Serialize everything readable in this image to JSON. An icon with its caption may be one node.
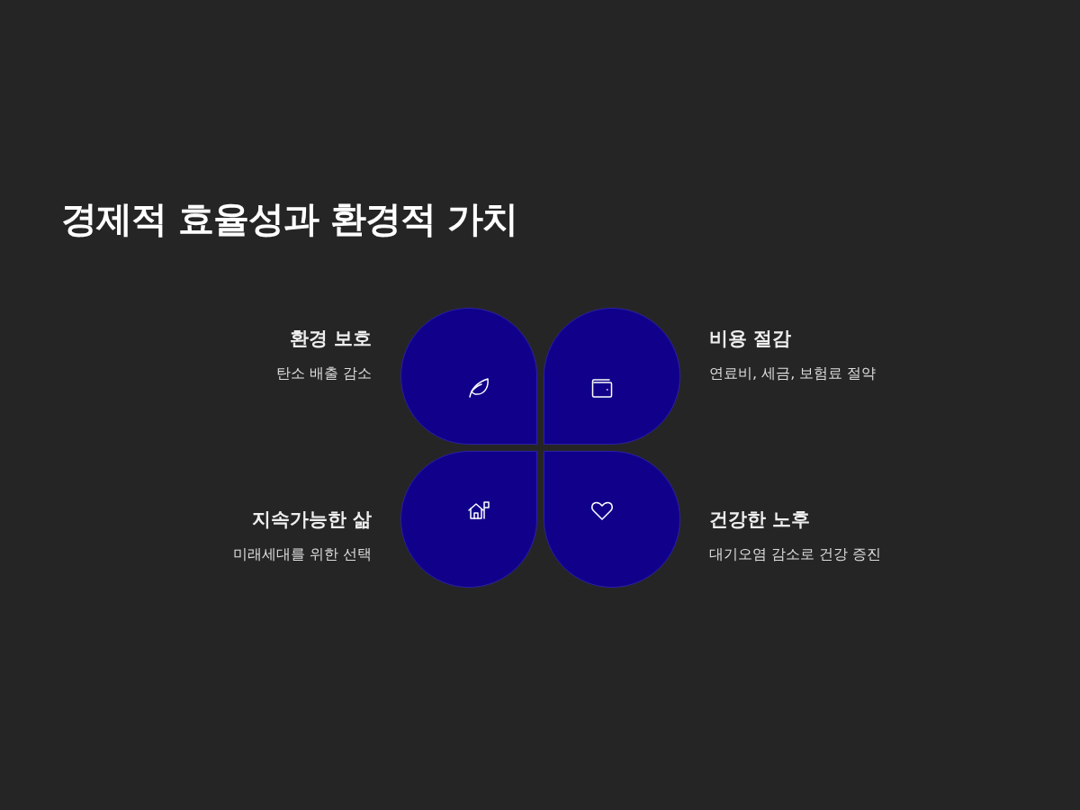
{
  "diagram": {
    "title": "경제적 효율성과 환경적 가치",
    "nodes": [
      {
        "text": [
          "환경 보호",
          "탄소 배출 감소"
        ]
      },
      {
        "text": [
          "비용 절감",
          "연료비, 세금, 보험료 절약"
        ]
      },
      {
        "text": [
          "지속가능한 삶",
          "미래세대를 위한 선택"
        ]
      },
      {
        "text": [
          "건강한 노후",
          "대기오염 감소로 건강 증진"
        ]
      }
    ]
  }
}
